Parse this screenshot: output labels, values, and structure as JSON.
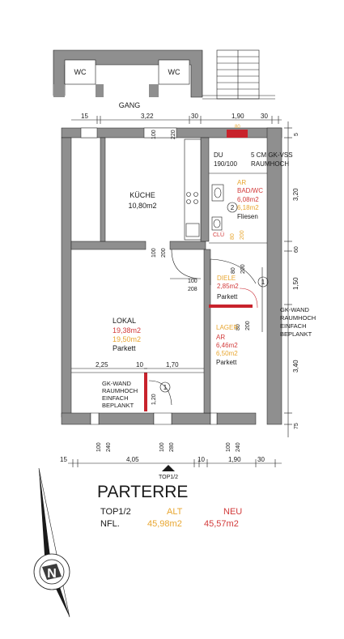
{
  "colors": {
    "wall": "#8f8f8f",
    "wall_dark": "#5a5a5a",
    "line": "#1a1a1a",
    "alt_orange": "#e8a630",
    "neu_red": "#d23a3a",
    "demolish_red": "#c8232c"
  },
  "rooms": {
    "wc_left": "WC",
    "wc_right": "WC",
    "gang": "GANG",
    "kueche_name": "KÜCHE",
    "kueche_area": "10,80m2",
    "du_name": "DU",
    "du_size": "190/100",
    "gk_vss_line1": "5 CM GK-VSS",
    "gk_vss_line2": "RAUMHOCH",
    "ar_label": "AR",
    "bad_name": "BAD/WC",
    "bad_area_new": "6,08m2",
    "bad_area_old": "6,18m2",
    "bad_floor": "Fliesen",
    "marker_2": "2",
    "clue": "CLÜ",
    "diele_name": "DIELE",
    "diele_area": "2,85m2",
    "diele_floor": "Parkett",
    "marker_1a": "1",
    "lokal_name": "LOKAL",
    "lokal_area_new": "19,38m2",
    "lokal_area_old": "19,50m2",
    "lokal_floor": "Parkett",
    "lager_name": "LAGER",
    "lager_ar": "AR",
    "lager_area_new": "6,46m2",
    "lager_area_old": "6,50m2",
    "lager_floor": "Parkett",
    "gk_right_1": "GK-WAND",
    "gk_right_2": "RAUMHOCH",
    "gk_right_3": "EINFACH",
    "gk_right_4": "BEPLANKT",
    "gk_left_1": "GK-WAND",
    "gk_left_2": "RAUMHOCH",
    "gk_left_3": "EINFACH",
    "gk_left_4": "BEPLANKT",
    "marker_1b": "1"
  },
  "dimensions": {
    "top_15": "15",
    "top_322": "3,22",
    "top_30a": "30",
    "top_190": "1,90",
    "top_30b": "30",
    "k100": "100",
    "k220": "220",
    "d80": "80",
    "d200": "200",
    "v5": "5",
    "v320": "3,20",
    "v60": "60",
    "v150": "1,50",
    "v340": "3,40",
    "v75": "75",
    "k2_100": "100",
    "k2_200": "200",
    "l_100": "100",
    "l_208": "208",
    "dl_80": "80",
    "dl_200": "200",
    "lg_80": "80",
    "lg_200": "200",
    "w225": "2,25",
    "w10": "10",
    "w170": "1,70",
    "w120": "1,20",
    "b100a": "100",
    "b240a": "240",
    "b100b": "100",
    "b280": "280",
    "b100c": "100",
    "b240b": "240",
    "bot_15": "15",
    "bot_405": "4,05",
    "bot_10": "10",
    "bot_190": "1,90",
    "bot_30": "30"
  },
  "section_marker": "TOP1/2",
  "footer": {
    "title": "PARTERRE",
    "label_top": "TOP1/2",
    "label_nfl": "NFL.",
    "alt_header": "ALT",
    "neu_header": "NEU",
    "alt_value": "45,98m2",
    "neu_value": "45,57m2"
  },
  "compass": {
    "letter": "N"
  }
}
